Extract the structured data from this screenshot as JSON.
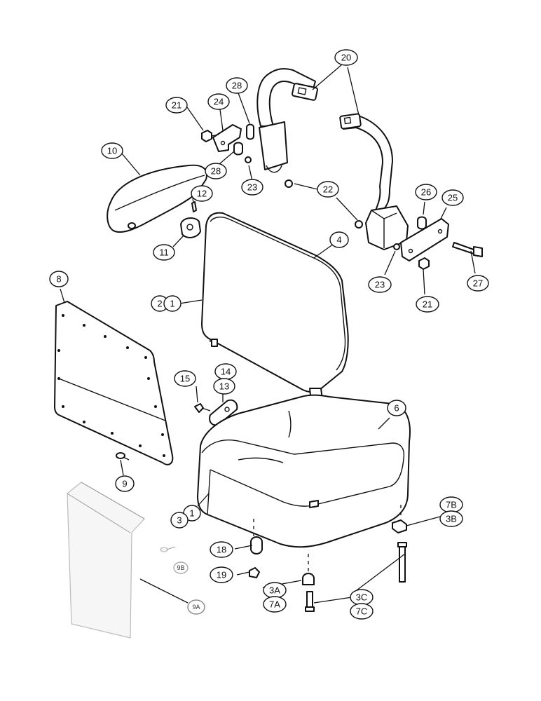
{
  "callouts": {
    "c20": "20",
    "c28a": "28",
    "c24": "24",
    "c21a": "21",
    "c10": "10",
    "c28b": "28",
    "c23a": "23",
    "c22": "22",
    "c12": "12",
    "c26": "26",
    "c25": "25",
    "c11": "11",
    "c4": "4",
    "c23b": "23",
    "c27": "27",
    "c8": "8",
    "c2": "2",
    "c1a": "1",
    "c21b": "21",
    "c14": "14",
    "c15": "15",
    "c13": "13",
    "c6": "6",
    "c9": "9",
    "c1b": "1",
    "c3": "3",
    "c7B": "7B",
    "c3B": "3B",
    "c18": "18",
    "c9B": "9B",
    "c19": "19",
    "c3A": "3A",
    "c7A": "7A",
    "c3C": "3C",
    "c7C": "7C",
    "c9A": "9A"
  }
}
